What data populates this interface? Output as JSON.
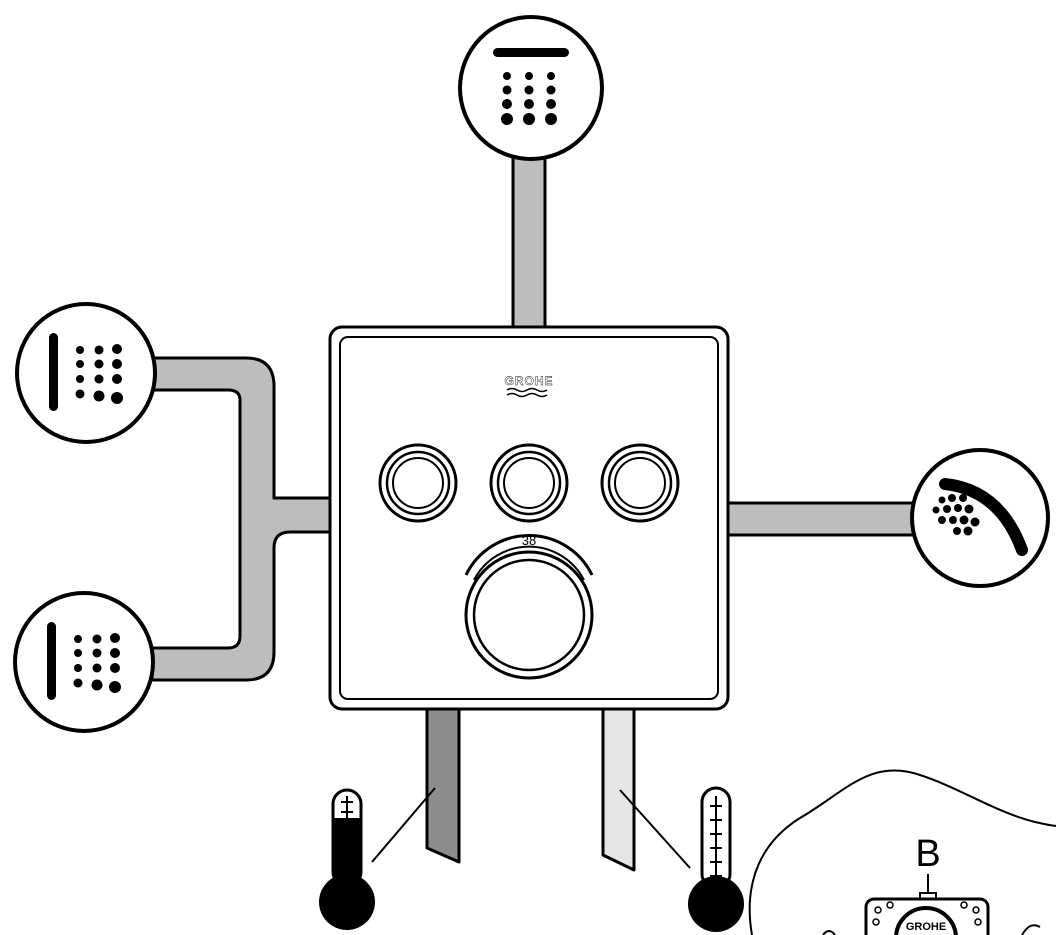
{
  "brand": "GROHE",
  "temperature_mark": "38",
  "detail_label": "B",
  "detail_brand": "GROHE",
  "outlets": [
    {
      "name": "overhead-shower",
      "icon": "overhead-shower-icon"
    },
    {
      "name": "body-jet-upper",
      "icon": "body-jet-icon"
    },
    {
      "name": "body-jet-lower",
      "icon": "body-jet-icon"
    },
    {
      "name": "hand-shower",
      "icon": "hand-shower-icon"
    }
  ],
  "supplies": [
    {
      "name": "hot-water-supply",
      "icon": "thermometer-hot-icon",
      "color": "#8c8c8c"
    },
    {
      "name": "cold-water-supply",
      "icon": "thermometer-cold-icon",
      "color": "#e6e6e6"
    }
  ],
  "colors": {
    "pipe": "#bdbdbd",
    "hot_pipe": "#8c8c8c",
    "cold_pipe": "#e6e6e6",
    "stroke": "#000000"
  }
}
